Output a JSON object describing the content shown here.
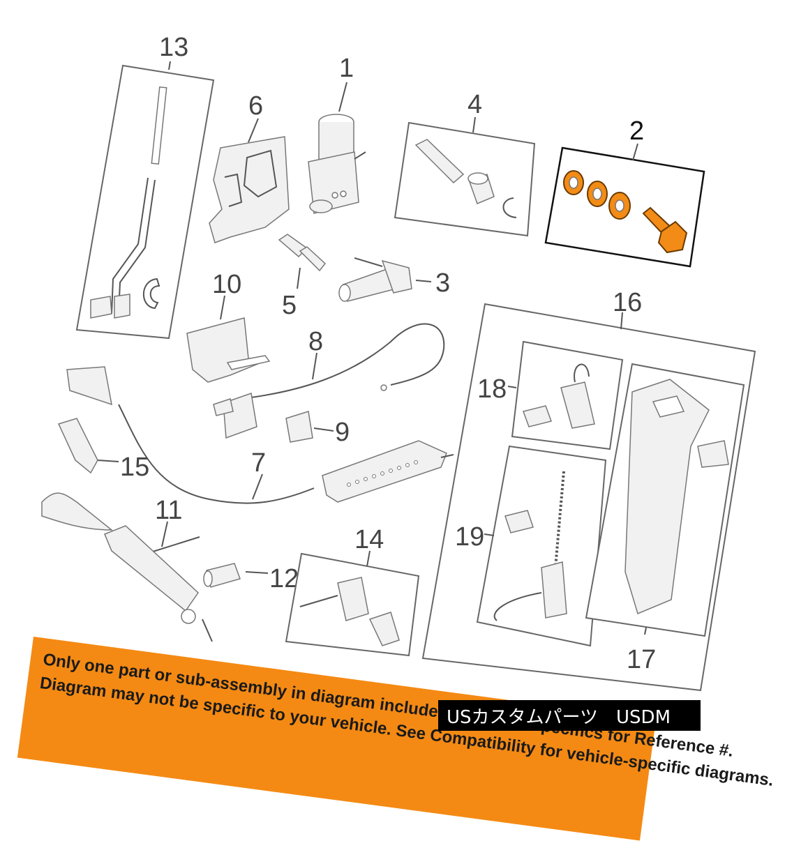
{
  "callouts": {
    "c1": "1",
    "c2": "2",
    "c3": "3",
    "c4": "4",
    "c5": "5",
    "c6": "6",
    "c7": "7",
    "c8": "8",
    "c9": "9",
    "c10": "10",
    "c11": "11",
    "c12": "12",
    "c13": "13",
    "c14": "14",
    "c15": "15",
    "c16": "16",
    "c17": "17",
    "c18": "18",
    "c19": "19"
  },
  "banner": {
    "line1": "Only one part or sub-assembly in diagram included. See Item Specifics for Reference #.",
    "line2": "Diagram may not be specific to your vehicle. See Compatibility for vehicle-specific diagrams."
  },
  "watermark": "USカスタムパーツ　USDM",
  "colors": {
    "highlight": "#f28c17",
    "banner": "#f48a14",
    "line": "#555555"
  }
}
